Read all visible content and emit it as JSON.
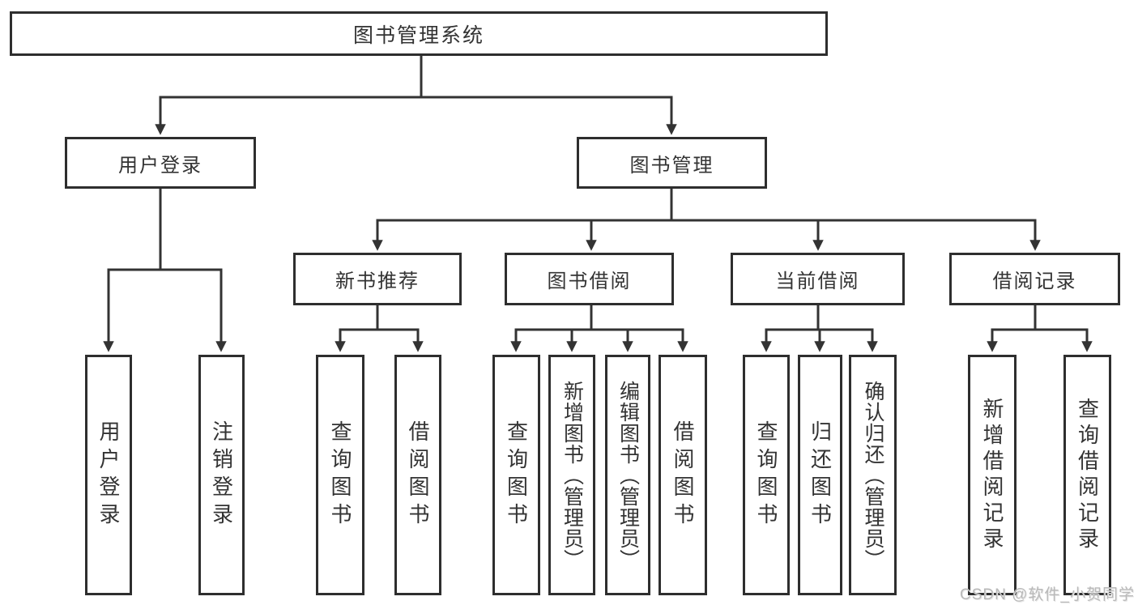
{
  "diagram": {
    "root": {
      "label": "图书管理系统"
    },
    "branches": [
      {
        "label": "用户登录",
        "children": [
          {
            "label": "用户登录"
          },
          {
            "label": "注销登录"
          }
        ]
      },
      {
        "label": "图书管理",
        "children": [
          {
            "label": "新书推荐",
            "children": [
              {
                "label": "查询图书"
              },
              {
                "label": "借阅图书"
              }
            ]
          },
          {
            "label": "图书借阅",
            "children": [
              {
                "label": "查询图书"
              },
              {
                "label": "新增图书（管理员）"
              },
              {
                "label": "编辑图书（管理员）"
              },
              {
                "label": "借阅图书"
              }
            ]
          },
          {
            "label": "当前借阅",
            "children": [
              {
                "label": "查询图书"
              },
              {
                "label": "归还图书"
              },
              {
                "label": "确认归还（管理员）"
              }
            ]
          },
          {
            "label": "借阅记录",
            "children": [
              {
                "label": "新增借阅记录"
              },
              {
                "label": "查询借阅记录"
              }
            ]
          }
        ]
      }
    ]
  },
  "watermark": {
    "text": "CSDN @软件_小贺同学"
  },
  "colors": {
    "line": "#333333",
    "box_border": "#2e2e2e",
    "text": "#333333",
    "watermark": "#b9b9b9",
    "background": "#ffffff"
  }
}
